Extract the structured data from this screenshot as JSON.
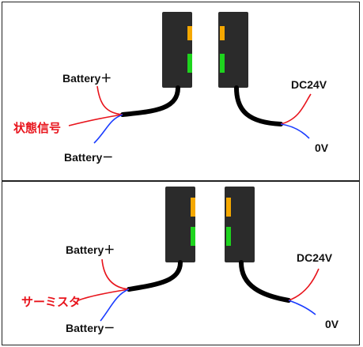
{
  "panels": [
    {
      "battery_plus": "Battery＋",
      "battery_minus": "Battery－",
      "signal_label": "状態信号",
      "dc_label": "DC24V",
      "zero_label": "0V"
    },
    {
      "battery_plus": "Battery＋",
      "battery_minus": "Battery－",
      "signal_label": "サーミスタ",
      "dc_label": "DC24V",
      "zero_label": "0V"
    }
  ],
  "colors": {
    "sensor_body": "#2b2b2b",
    "led_orange": "#f5a800",
    "led_green": "#1ed41e",
    "cable": "#000000",
    "wire_red": "#e8141c",
    "wire_blue": "#1a3cff",
    "signal_text": "#e8141c"
  },
  "icons": [
    "sensor-body-icon",
    "led-orange-icon",
    "led-green-icon",
    "cable-icon"
  ]
}
